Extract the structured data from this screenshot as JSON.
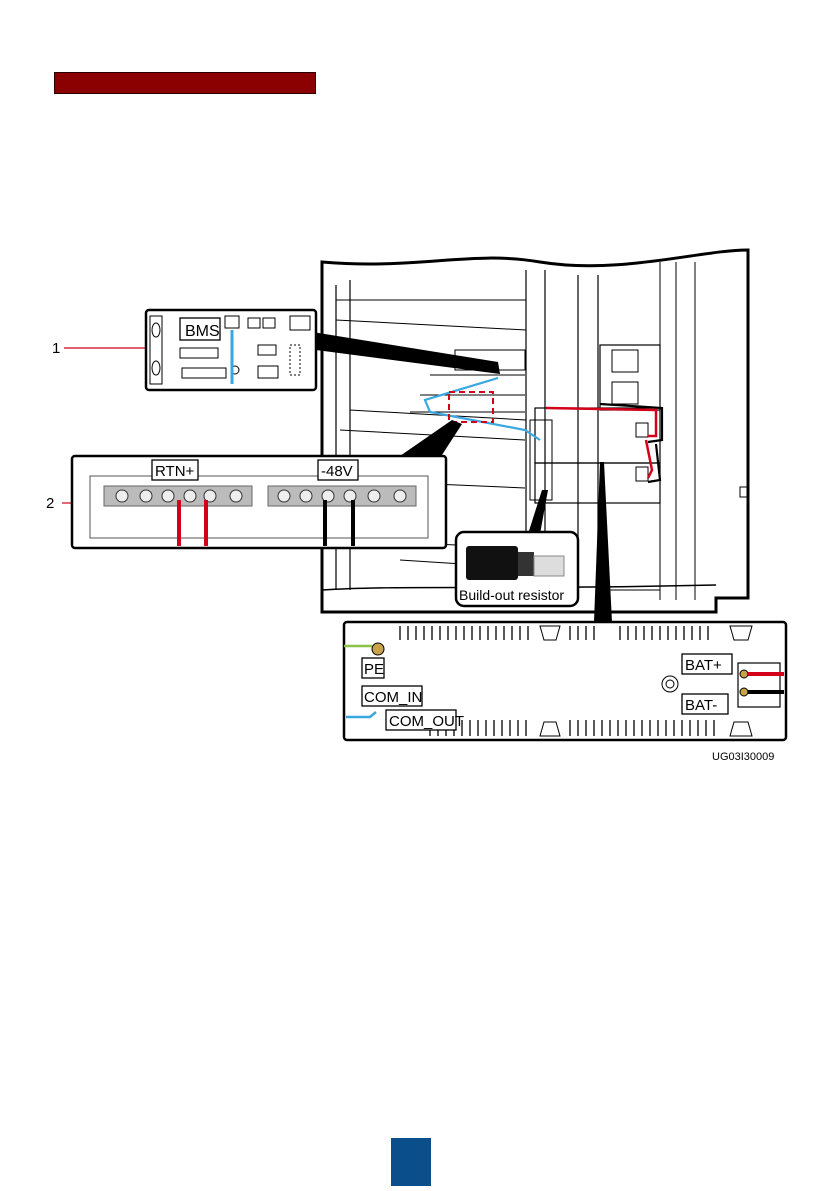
{
  "figure": {
    "callouts": [
      "1",
      "2"
    ],
    "labels": {
      "bms": "BMS",
      "rtn_plus": "RTN+",
      "minus_48v": "-48V",
      "build_out_resistor": "Build-out resistor",
      "pe": "PE",
      "com_in": "COM_IN",
      "com_out": "COM_OUT",
      "bat_plus": "BAT+",
      "bat_minus": "BAT-"
    },
    "figure_code": "UG03I30009"
  },
  "page_number": "",
  "colors": {
    "title_bar": "#8b0000",
    "page_number_box": "#0a4f8c",
    "signal_cable": "#3aa7e0",
    "positive_cable": "#d4001a",
    "negative_cable": "#000000",
    "pe_cable": "#8bc34a"
  }
}
